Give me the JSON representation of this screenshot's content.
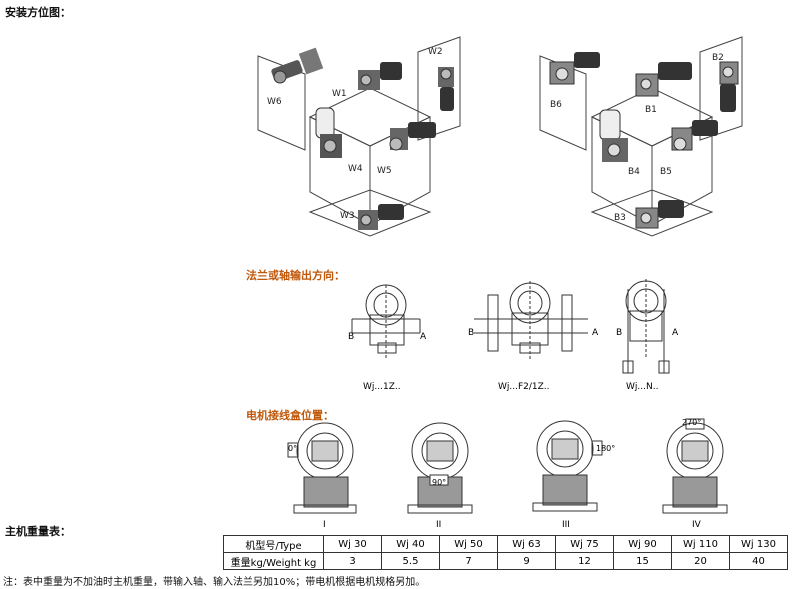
{
  "sections": {
    "install_title": "安装方位图：",
    "flange_title": "法兰或轴输出方向：",
    "junction_title": "电机接线盒位置：",
    "weight_title": "主机重量表："
  },
  "cube_left": {
    "labels": [
      "W6",
      "W1",
      "W2",
      "W4",
      "W5",
      "W3"
    ]
  },
  "cube_right": {
    "labels": [
      "B6",
      "B1",
      "B2",
      "B4",
      "B5",
      "B3"
    ]
  },
  "flange": {
    "views": [
      {
        "caption": "Wj...1Z..",
        "a": "A",
        "b": "B"
      },
      {
        "caption": "Wj...F2/1Z..",
        "a": "A",
        "b": "B"
      },
      {
        "caption": "Wj...N..",
        "a": "A",
        "b": "B"
      }
    ]
  },
  "junction": {
    "views": [
      {
        "roman": "I",
        "angle": "0°"
      },
      {
        "roman": "II",
        "angle": "90°"
      },
      {
        "roman": "III",
        "angle": "180°"
      },
      {
        "roman": "IV",
        "angle": "270°"
      }
    ]
  },
  "weight_table": {
    "row1_header": "机型号/Type",
    "row2_header": "重量kg/Weight kg",
    "types": [
      "Wj 30",
      "Wj 40",
      "Wj 50",
      "Wj 63",
      "Wj 75",
      "Wj 90",
      "Wj 110",
      "Wj 130"
    ],
    "weights": [
      "3",
      "5.5",
      "7",
      "9",
      "12",
      "15",
      "20",
      "40"
    ]
  },
  "note": "注：表中重量为不加油时主机重量，带输入轴、输入法兰另加10%；带电机根据电机规格另加。"
}
